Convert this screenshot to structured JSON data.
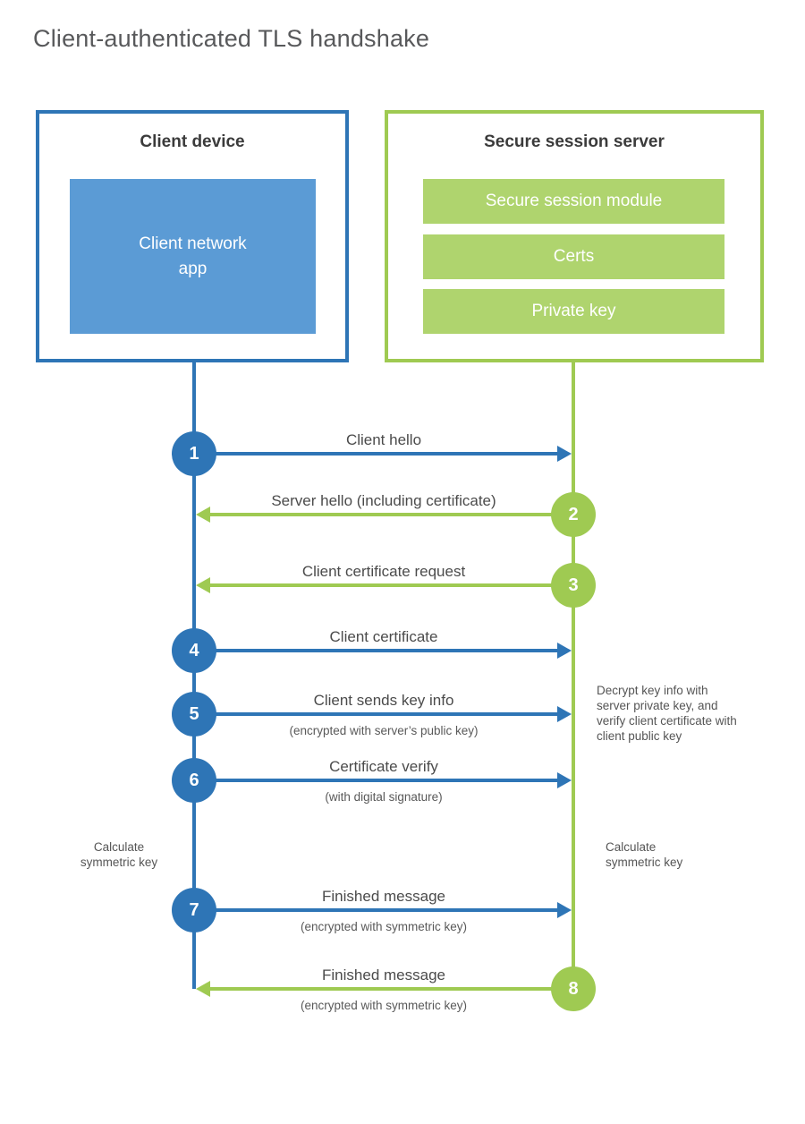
{
  "title": "Client-authenticated TLS handshake",
  "colors": {
    "blue": "#2e75b6",
    "blue_fill": "#5b9bd5",
    "green": "#9fca52",
    "green_fill": "#afd46e"
  },
  "client": {
    "title": "Client device",
    "app_label": "Client network app"
  },
  "server": {
    "title": "Secure session server",
    "modules": [
      "Secure session module",
      "Certs",
      "Private key"
    ]
  },
  "steps": [
    {
      "num": "1",
      "from": "client",
      "direction": "right",
      "label": "Client hello"
    },
    {
      "num": "2",
      "from": "server",
      "direction": "left",
      "label": "Server hello (including certificate)"
    },
    {
      "num": "3",
      "from": "server",
      "direction": "left",
      "label": "Client certificate request"
    },
    {
      "num": "4",
      "from": "client",
      "direction": "right",
      "label": "Client certificate"
    },
    {
      "num": "5",
      "from": "client",
      "direction": "right",
      "label": "Client sends key info",
      "sublabel": "(encrypted with server’s public key)"
    },
    {
      "num": "6",
      "from": "client",
      "direction": "right",
      "label": "Certificate verify",
      "sublabel": "(with digital signature)"
    },
    {
      "num": "7",
      "from": "client",
      "direction": "right",
      "label": "Finished message",
      "sublabel": "(encrypted with symmetric key)"
    },
    {
      "num": "8",
      "from": "server",
      "direction": "left",
      "label": "Finished message",
      "sublabel": "(encrypted with symmetric key)"
    }
  ],
  "annotations": {
    "decrypt_note": "Decrypt key info with server private key, and verify client certificate with client public key",
    "calc_left": "Calculate symmetric key",
    "calc_right": "Calculate symmetric key"
  }
}
